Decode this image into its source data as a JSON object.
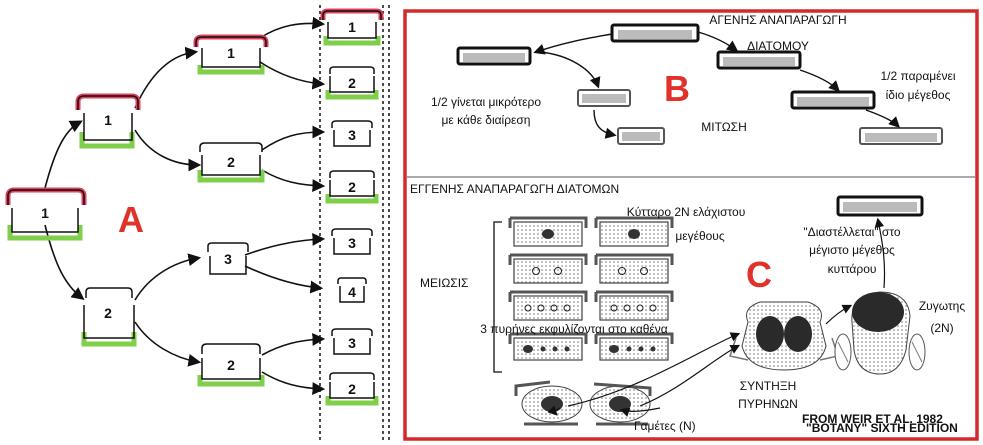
{
  "panel_a": {
    "letter": "A",
    "cells": [
      {
        "num": "1"
      },
      {
        "num": "1"
      },
      {
        "num": "2"
      },
      {
        "num": "1"
      },
      {
        "num": "2"
      },
      {
        "num": "3"
      },
      {
        "num": "2"
      },
      {
        "num": "1"
      },
      {
        "num": "2"
      },
      {
        "num": "3"
      },
      {
        "num": "2"
      },
      {
        "num": "3"
      },
      {
        "num": "4"
      },
      {
        "num": "3"
      },
      {
        "num": "2"
      }
    ]
  },
  "panel_b": {
    "letter": "B",
    "title_line1": "ΑΓΕΝΗΣ ΑΝΑΠΑΡΑΓΩΓΗ",
    "title_line2": "ΔΙΑΤΟΜΟΥ",
    "smaller_line1": "1/2 γίνεται μικρότερο",
    "smaller_line2": "με κάθε διαίρεση",
    "mitosis": "ΜΙΤΩΣΗ",
    "same_line1": "1/2 παραμένει",
    "same_line2": "ίδιο μέγεθος"
  },
  "panel_c": {
    "letter": "C",
    "title": "ΕΓΓΕΝΗΣ ΑΝΑΠΑΡΑΓΩΓΗ ΔΙΑΤΟΜΩΝ",
    "meiosis": "ΜΕΙΩΣΙΣ",
    "min_cell_line1": "Κύτταρο 2Ν ελάχιστου",
    "min_cell_line2": "μεγέθους",
    "expands_line1": "\"Διαστέλλεται\" στο",
    "expands_line2": "μέγιστο μέγεθος",
    "expands_line3": "κυττάρου",
    "zygote": "Ζυγωτης",
    "zygote_ploidy": "(2N)",
    "nuclei_degenerate": "3 πυρήνες εκφυλίζονται στο καθένα",
    "fusion_line1": "ΣΥΝΤΗΞΗ",
    "fusion_line2": "ΠΥΡΗΝΩΝ",
    "gametes": "Γαμέτες (Ν)",
    "credit_line1": "FROM WEIR ET AL. 1982",
    "credit_line2": "\"BOTANY\" SIXTH EDITION"
  },
  "colors": {
    "frame_red": "#d42a2a",
    "letter_red": "#e0312b",
    "epitheca_red": "#e0405a",
    "hypotheca_green": "#7fcf4a"
  }
}
